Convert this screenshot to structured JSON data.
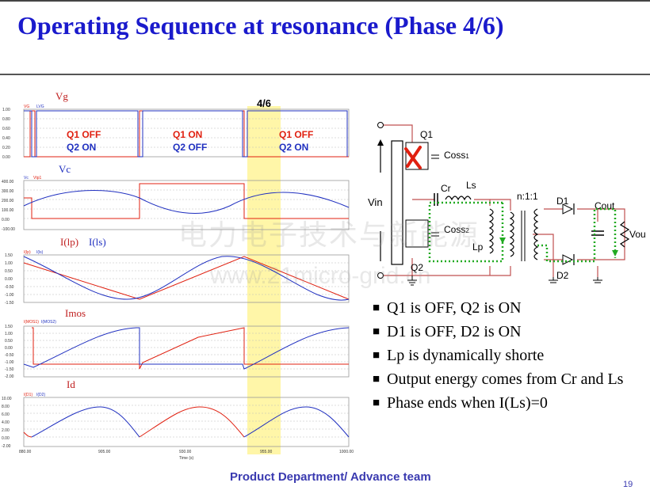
{
  "title": "Operating Sequence at resonance (Phase 4/6)",
  "phase_label": "4/6",
  "plots": {
    "vg": {
      "title": "Vg",
      "legend": [
        "VG",
        "LVG"
      ],
      "yticks": [
        "1.00",
        "0.80",
        "0.60",
        "0.40",
        "0.20",
        "0.00"
      ],
      "segments": [
        {
          "q1": "Q1 OFF",
          "q2": "Q2 ON"
        },
        {
          "q1": "Q1 ON",
          "q2": "Q2 OFF"
        },
        {
          "q1": "Q1 OFF",
          "q2": "Q2 ON"
        }
      ]
    },
    "vc": {
      "title": "Vc",
      "legend": [
        "Vc",
        "Vtp1"
      ],
      "yticks": [
        "400.00",
        "300.00",
        "200.00",
        "100.00",
        "0.00",
        "-100.00"
      ]
    },
    "ilp": {
      "title": "I(lp)",
      "title2": "I(ls)",
      "legend": [
        "I(lp)",
        "I(ls)"
      ],
      "yticks": [
        "1.50",
        "1.00",
        "0.50",
        "0.00",
        "-0.50",
        "-1.00",
        "-1.50"
      ]
    },
    "imos": {
      "title": "Imos",
      "legend": [
        "I(MOS1)",
        "I(MOS2)"
      ],
      "yticks": [
        "1.50",
        "1.00",
        "0.50",
        "0.00",
        "-0.50",
        "-1.00",
        "-1.50",
        "-2.00"
      ]
    },
    "id": {
      "title": "Id",
      "legend": [
        "I(D1)",
        "I(D2)"
      ],
      "yticks": [
        "10.00",
        "8.00",
        "6.00",
        "4.00",
        "2.00",
        "0.00",
        "-2.00"
      ]
    },
    "xticks": [
      "880.00",
      "905.00",
      "930.00",
      "955.00",
      "1000.00"
    ],
    "xlabel": "Time (s)"
  },
  "circuit": {
    "vin": "Vin",
    "q1": "Q1",
    "q2": "Q2",
    "coss1": "Coss",
    "coss1_sub": "1",
    "coss2": "Coss",
    "coss2_sub": "2",
    "cr": "Cr",
    "ls": "Ls",
    "lp": "Lp",
    "ratio": "n:1:1",
    "d1": "D1",
    "d2": "D2",
    "cout": "Cout",
    "vout": "Vou"
  },
  "bullets": [
    "Q1 is OFF, Q2 is ON",
    "D1 is OFF, D2 is ON",
    "Lp is dynamically shorte",
    "Output energy comes from Cr and Ls",
    "Phase ends when I(Ls)=0"
  ],
  "watermark": [
    "电力电子技术与新能源",
    "www.21micro-grid.cn"
  ],
  "footer": "Product Department/ Advance team",
  "page_number": "19",
  "colors": {
    "title": "#1a1acc",
    "red": "#e02010",
    "blue": "#2030c0",
    "highlight": "#fff6a8",
    "flow": "#22aa22"
  }
}
